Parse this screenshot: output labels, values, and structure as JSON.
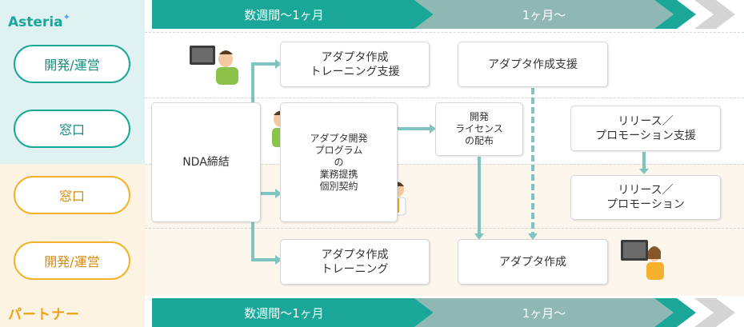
{
  "brand": {
    "logo_text": "Asteria",
    "partner_label": "パートナー"
  },
  "timeline_top": [
    "数週間〜1ヶ月",
    "1ヶ月〜"
  ],
  "timeline_bottom": [
    "数週間〜1ヶ月",
    "1ヶ月〜"
  ],
  "roles": {
    "asteria_dev": "開発/運営",
    "asteria_contact": "窓口",
    "partner_contact": "窓口",
    "partner_dev": "開発/運営"
  },
  "steps": {
    "nda": "NDA締結",
    "training_support": "アダプタ作成\nトレーニング支援",
    "creation_support": "アダプタ作成支援",
    "contract": "アダプタ開発\nプログラム\nの\n業務提携\n個別契約",
    "license": "開発\nライセンス\nの配布",
    "release_support": "リリース／\nプロモーション支援",
    "release": "リリース／\nプロモーション",
    "training": "アダプタ作成\nトレーニング",
    "creation": "アダプタ作成"
  },
  "colors": {
    "teal": "#19a896",
    "arrow_light": "#7fc4c0",
    "timeline_dark": "#1aa797",
    "timeline_mid": "#8fb7b3",
    "orange": "#f5b02c"
  }
}
